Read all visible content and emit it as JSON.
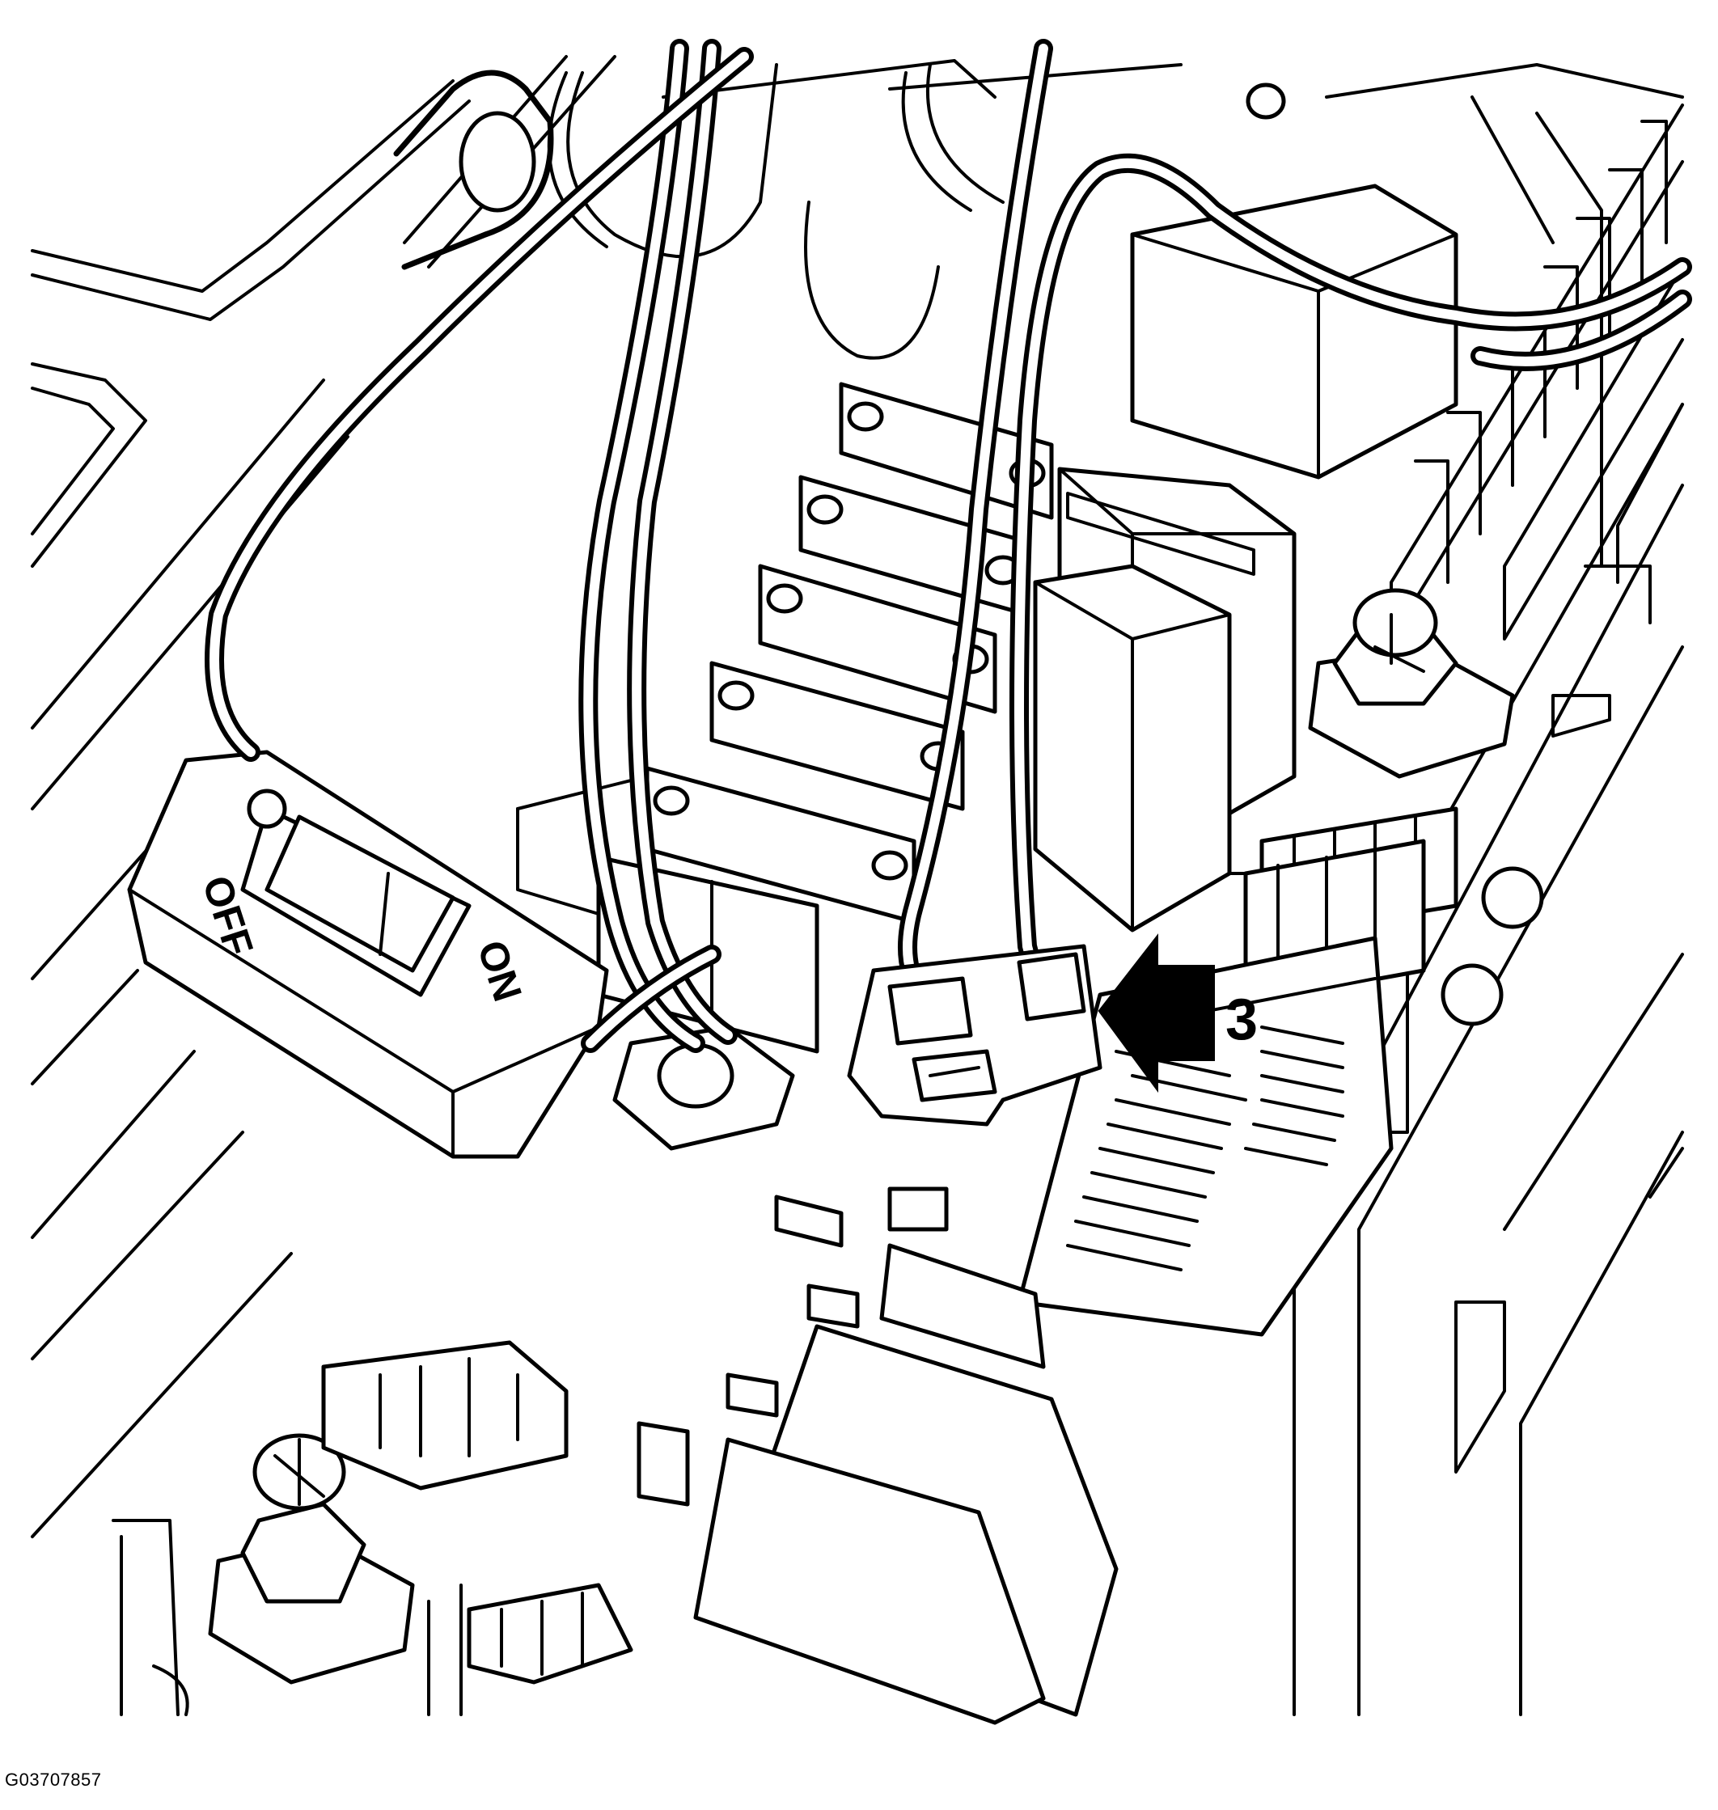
{
  "switch": {
    "off_label": "OFF",
    "on_label": "ON"
  },
  "callout": {
    "number": "3"
  },
  "figure": {
    "id": "G03707857"
  },
  "icons": {
    "callout_arrow": "arrow-left-icon"
  },
  "colors": {
    "line": "#000000",
    "background": "#ffffff"
  }
}
